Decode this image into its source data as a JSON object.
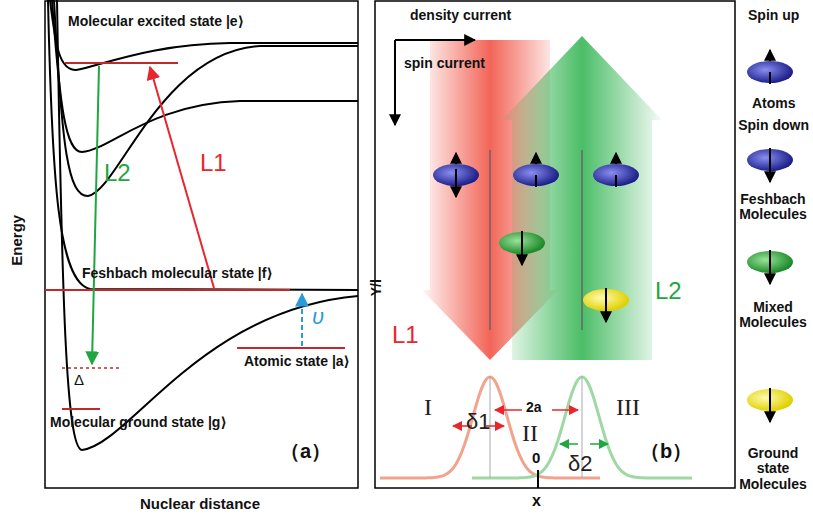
{
  "diagram": {
    "labels": [
      "Molecular excited state |e⟩",
      "L2",
      "L1",
      "Feshbach molecular state |f⟩",
      "υ",
      "Atomic state |a⟩",
      "Δ",
      "Molecular ground state |g⟩",
      "（a）",
      "Energy",
      "Nuclear distance",
      "density current",
      "spin current",
      "Y/l",
      "L1",
      "L2",
      "2a",
      "I",
      "II",
      "III",
      "δ1",
      "δ2",
      "0",
      "x",
      "（b）",
      "Spin up",
      "Atoms",
      "Spin down",
      "Feshbach Molecules",
      "Mixed Molecules",
      "Ground state Molecules"
    ]
  }
}
